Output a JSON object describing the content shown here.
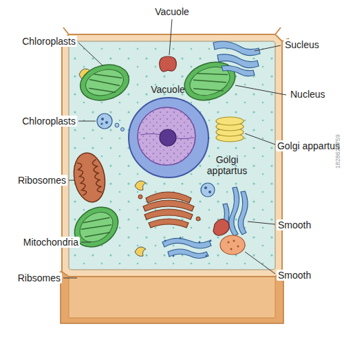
{
  "diagram": {
    "labels": [
      "Chloroplasts",
      "Vacuole",
      "Sucleus",
      "Vacuole",
      "Nucleus",
      "Chloroplasts",
      "Golgi appartus",
      "Golgi apptartus",
      "Ribosomes",
      "Smooth",
      "Mitochondria",
      "Smooth",
      "Ribsomes",
      "1828626759"
    ]
  }
}
